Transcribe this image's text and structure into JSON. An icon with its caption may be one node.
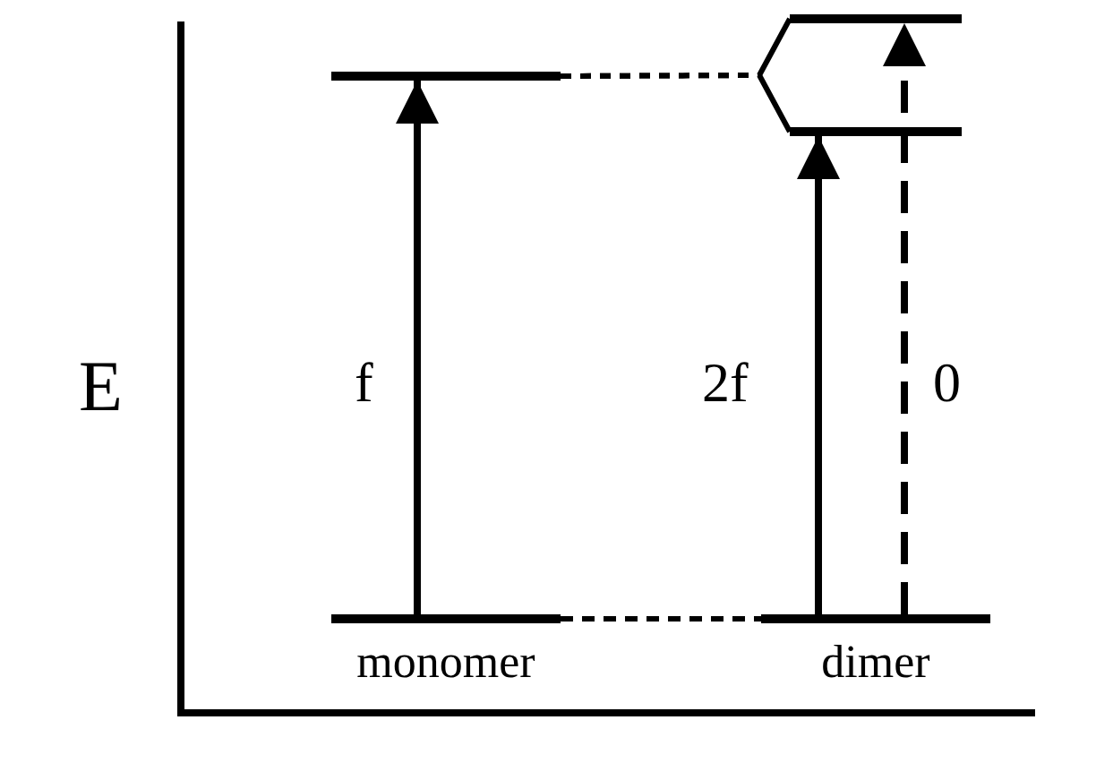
{
  "diagram": {
    "nodes": [
      {
        "text": [],
        "shape": "bar",
        "beside": [
          "monomer"
        ]
      },
      {
        "text": [],
        "shape": "bar"
      },
      {
        "text": [],
        "shape": "bar",
        "beside": [
          "dimer"
        ]
      },
      {
        "text": [],
        "shape": "bar"
      },
      {
        "text": [],
        "shape": "bar"
      }
    ],
    "edges": [
      {
        "from": 0,
        "to": 1,
        "arrow": "to",
        "label": "f"
      },
      {
        "from": 2,
        "to": 3,
        "arrow": "to",
        "label": "2f"
      },
      {
        "from": 2,
        "to": 4,
        "arrow": "to",
        "label": "0",
        "style": "dashed"
      },
      {
        "from": 0,
        "to": 2,
        "arrow": "none",
        "style": "dashed"
      },
      {
        "from": 1,
        "to": 4,
        "arrow": "none",
        "style": "dashed"
      },
      {
        "from": 1,
        "to": 3,
        "arrow": "none",
        "style": "dashed"
      }
    ],
    "labels": [
      "E"
    ]
  }
}
